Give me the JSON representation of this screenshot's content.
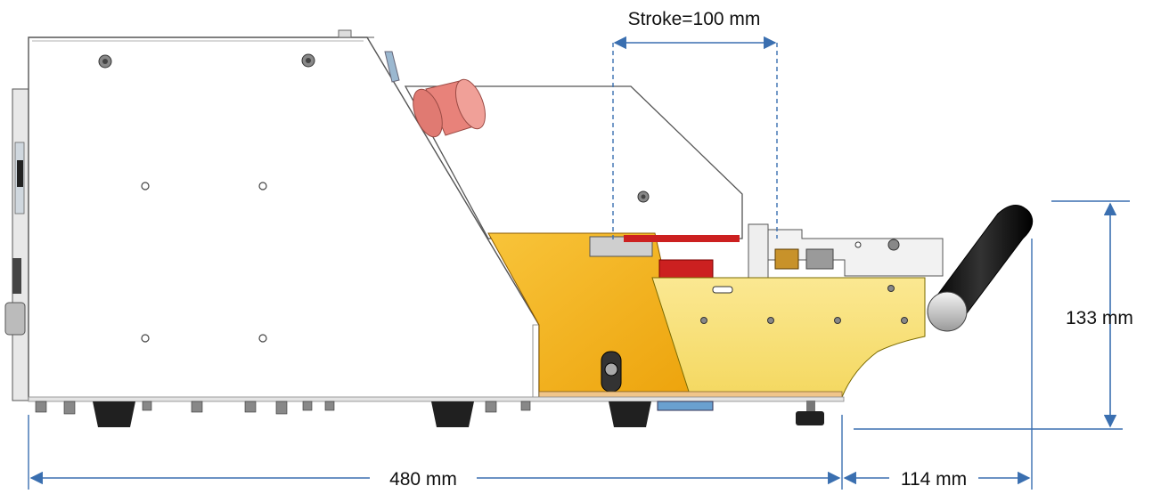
{
  "dimensions": {
    "stroke": "Stroke=100 mm",
    "height": "133 mm",
    "length": "480 mm",
    "handle_extension": "114 mm"
  },
  "colors": {
    "dimension_line": "#3a6fb0",
    "body_panel": "#ffffff",
    "body_outline": "#555555",
    "orange_block": "#f4b61c",
    "yellow_plate": "#f7e07a",
    "red_part": "#cc2020",
    "pink_connector": "#e8827a",
    "black_handle": "#1a1a1a",
    "foot_black": "#202020"
  }
}
